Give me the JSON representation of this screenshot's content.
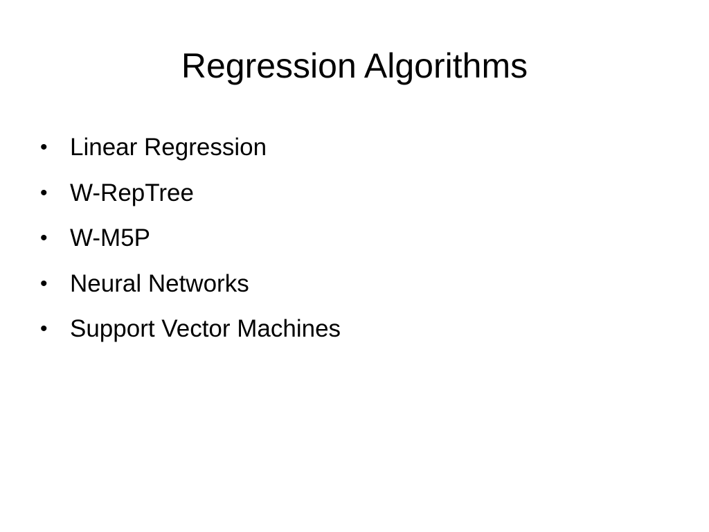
{
  "slide": {
    "title": "Regression Algorithms",
    "bullet_glyph": "•",
    "items": [
      "Linear Regression",
      "W-RepTree",
      "W-M5P",
      "Neural Networks",
      "Support Vector Machines"
    ]
  }
}
